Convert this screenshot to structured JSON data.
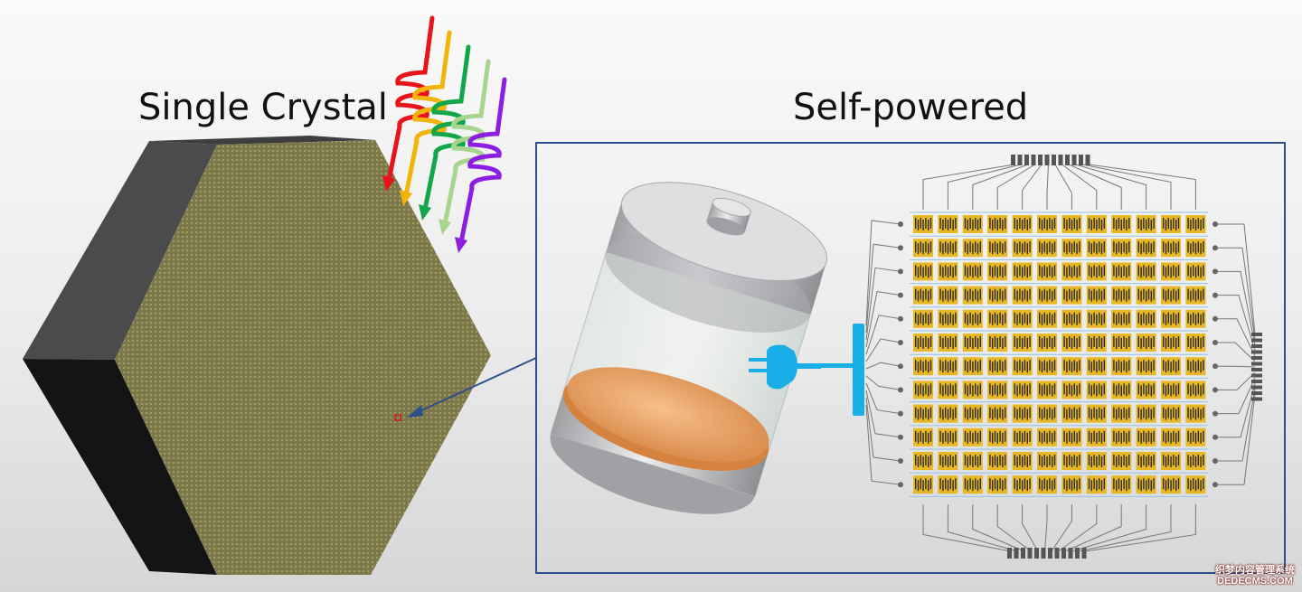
{
  "labels": {
    "single_crystal": "Single Crystal",
    "self_powered": "Self-powered"
  },
  "watermark": {
    "line1": "织梦内容管理系统",
    "line2": "DEDECMS.COM"
  },
  "colors": {
    "crystal_face": "#7f7a4c",
    "crystal_edge": "#4a4a4a",
    "crystal_dark": "#151515",
    "frame_border": "#2e4f8e",
    "arrow": "#2e4f8e",
    "plug": "#19aee8",
    "electrode": "#e8b824",
    "battery_cap": "#c9cacc",
    "battery_base": "#e39a55",
    "light_waves": [
      "#e8141b",
      "#f2b40a",
      "#12a64a",
      "#a8d58e",
      "#8b1ee0"
    ]
  },
  "icons": {
    "battery": "battery-icon",
    "plug": "plug-icon",
    "light": "light-waves-icon"
  },
  "array": {
    "rows": 12,
    "cols": 12
  }
}
